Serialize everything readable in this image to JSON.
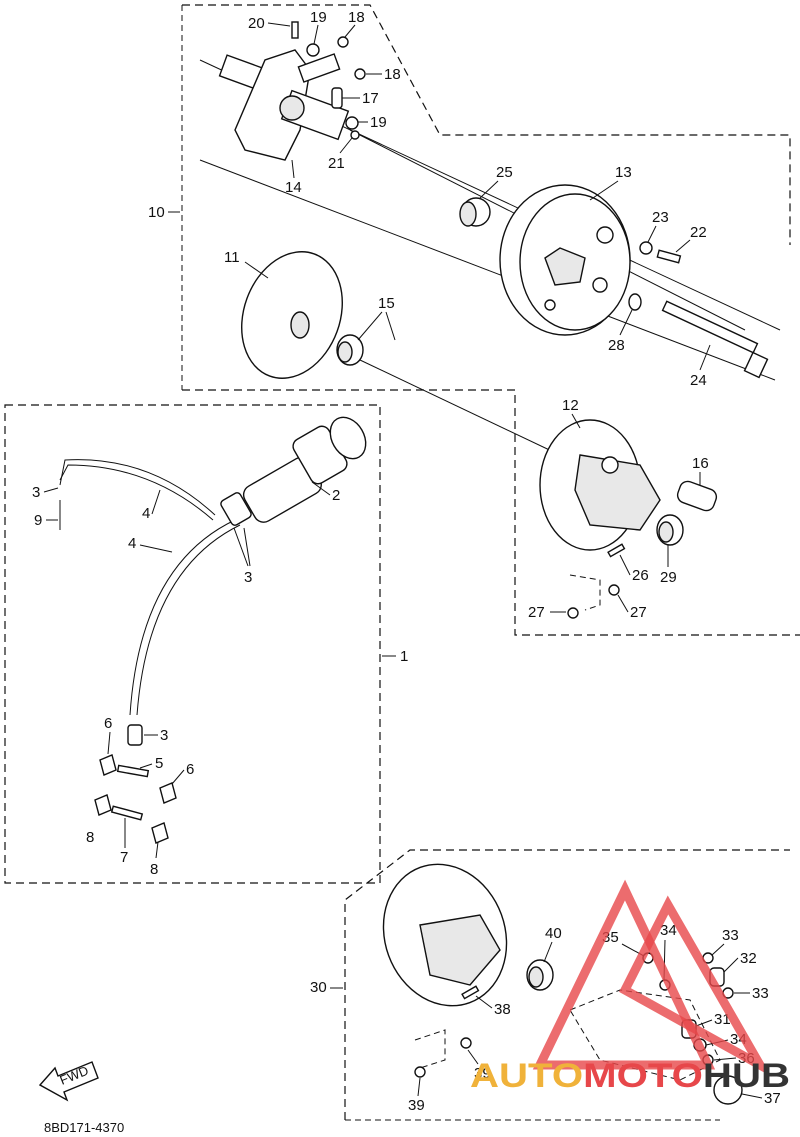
{
  "diagram": {
    "labels": {
      "l1": "1",
      "l2": "2",
      "l3a": "3",
      "l3b": "3",
      "l3c": "3",
      "l4a": "4",
      "l4b": "4",
      "l5": "5",
      "l6a": "6",
      "l6b": "6",
      "l7": "7",
      "l8a": "8",
      "l8b": "8",
      "l9": "9",
      "l10": "10",
      "l11": "11",
      "l12": "12",
      "l13": "13",
      "l14": "14",
      "l15": "15",
      "l16": "16",
      "l17": "17",
      "l18a": "18",
      "l18b": "18",
      "l19a": "19",
      "l19b": "19",
      "l20": "20",
      "l21": "21",
      "l22": "22",
      "l23": "23",
      "l24": "24",
      "l25": "25",
      "l26": "26",
      "l27a": "27",
      "l27b": "27",
      "l28": "28",
      "l29": "29",
      "l30": "30",
      "l31": "31",
      "l32": "32",
      "l33a": "33",
      "l33b": "33",
      "l34a": "34",
      "l34b": "34",
      "l35": "35",
      "l36": "36",
      "l37": "37",
      "l38": "38",
      "l39a": "39",
      "l39b": "39",
      "l40": "40"
    },
    "fwd_label": "FWD",
    "drawing_code": "8BD171-4370",
    "watermark": "AUTOMOTOHUB",
    "watermark_colors": {
      "auto": "#f0b23a",
      "moto": "#e7474a",
      "hub": "#333333",
      "triangle": "#e7474a"
    }
  }
}
